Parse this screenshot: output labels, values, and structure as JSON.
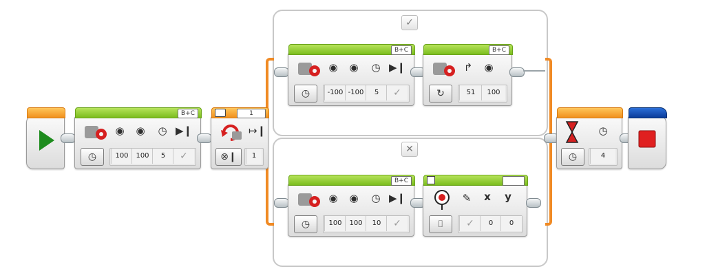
{
  "start_block": {
    "icon": "play-icon",
    "color": "#1e8c1e"
  },
  "move_block_1": {
    "port": "B+C",
    "values": [
      "100",
      "100",
      "5",
      "✓"
    ]
  },
  "loop_block": {
    "count_label": "1",
    "value": "1"
  },
  "switch": {
    "true_tab": "✓",
    "false_tab": "✕",
    "top_move": {
      "port": "B+C",
      "values": [
        "-100",
        "-100",
        "5",
        "✓"
      ]
    },
    "top_steer": {
      "port": "B+C",
      "values": [
        "51",
        "100"
      ]
    },
    "bottom_move": {
      "port": "B+C",
      "values": [
        "100",
        "100",
        "10",
        "✓"
      ]
    },
    "display": {
      "labels": [
        "x",
        "y"
      ],
      "values": [
        "✓",
        "0",
        "0"
      ]
    }
  },
  "wait_block": {
    "value": "4"
  },
  "stop_block": {
    "icon": "stop-icon",
    "color": "#e02020"
  },
  "colors": {
    "wire": "#f08a24",
    "action_green": "#7bbd1e",
    "flow_orange": "#f0901e",
    "advanced_blue": "#0b3c9a"
  }
}
